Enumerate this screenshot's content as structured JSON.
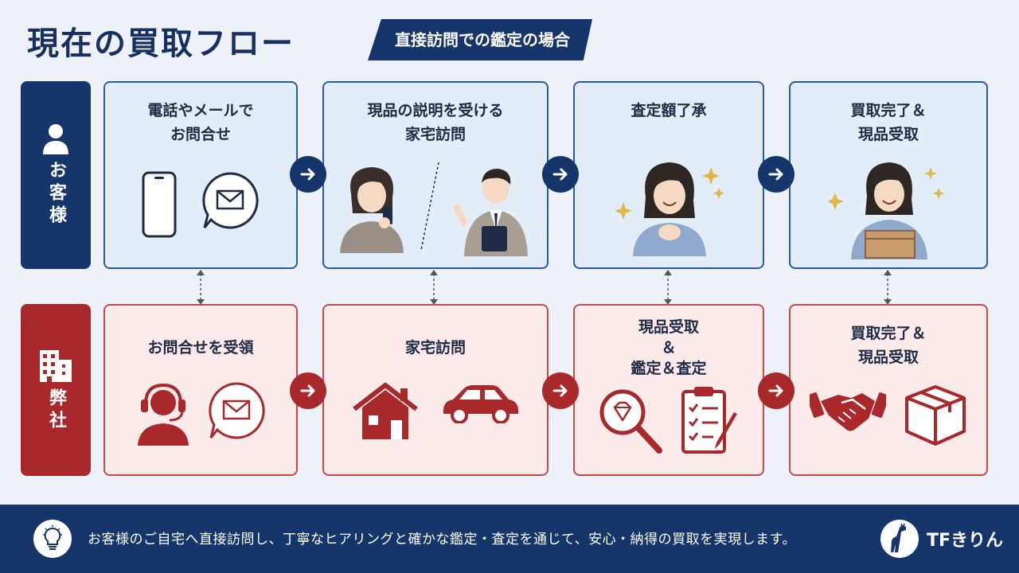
{
  "header": {
    "title": "現在の買取フロー",
    "subtitle": "直接訪問での鑑定の場合"
  },
  "rows": {
    "customer": {
      "label": "お客様",
      "icon": "person-icon"
    },
    "company": {
      "label": "弊社",
      "icon": "building-icon"
    }
  },
  "customer_steps": [
    {
      "text": "電話やメールで\nお問合せ",
      "icons": [
        "smartphone-icon",
        "mail-bubble-icon"
      ]
    },
    {
      "text": "現品の説明を受ける\n家宅訪問",
      "icons": [
        "woman-phone-illustration",
        "staff-clipboard-illustration"
      ]
    },
    {
      "text": "査定額了承",
      "icons": [
        "woman-happy-illustration"
      ]
    },
    {
      "text": "買取完了＆\n現品受取",
      "icons": [
        "woman-box-illustration"
      ]
    }
  ],
  "company_steps": [
    {
      "text": "お問合せを受領",
      "icons": [
        "headset-operator-icon",
        "mail-bubble-icon"
      ]
    },
    {
      "text": "家宅訪問",
      "icons": [
        "house-icon",
        "car-icon"
      ]
    },
    {
      "text": "現品受取\n＆\n鑑定＆査定",
      "icons": [
        "magnifier-diamond-icon",
        "clipboard-checklist-icon"
      ]
    },
    {
      "text": "買取完了＆\n現品受取",
      "icons": [
        "handshake-icon",
        "box-icon"
      ]
    }
  ],
  "footer": {
    "message": "お客様のご自宅へ直接訪問し、丁寧なヒアリングと確かな鑑定・査定を通じて、安心・納得の買取を実現します。",
    "brand": "TFきりん",
    "icons": [
      "lightbulb-icon",
      "giraffe-logo-icon"
    ]
  },
  "colors": {
    "navy": "#16366b",
    "red": "#a8282b",
    "blue_card": "#e3edf8",
    "red_card": "#fbeaea"
  }
}
